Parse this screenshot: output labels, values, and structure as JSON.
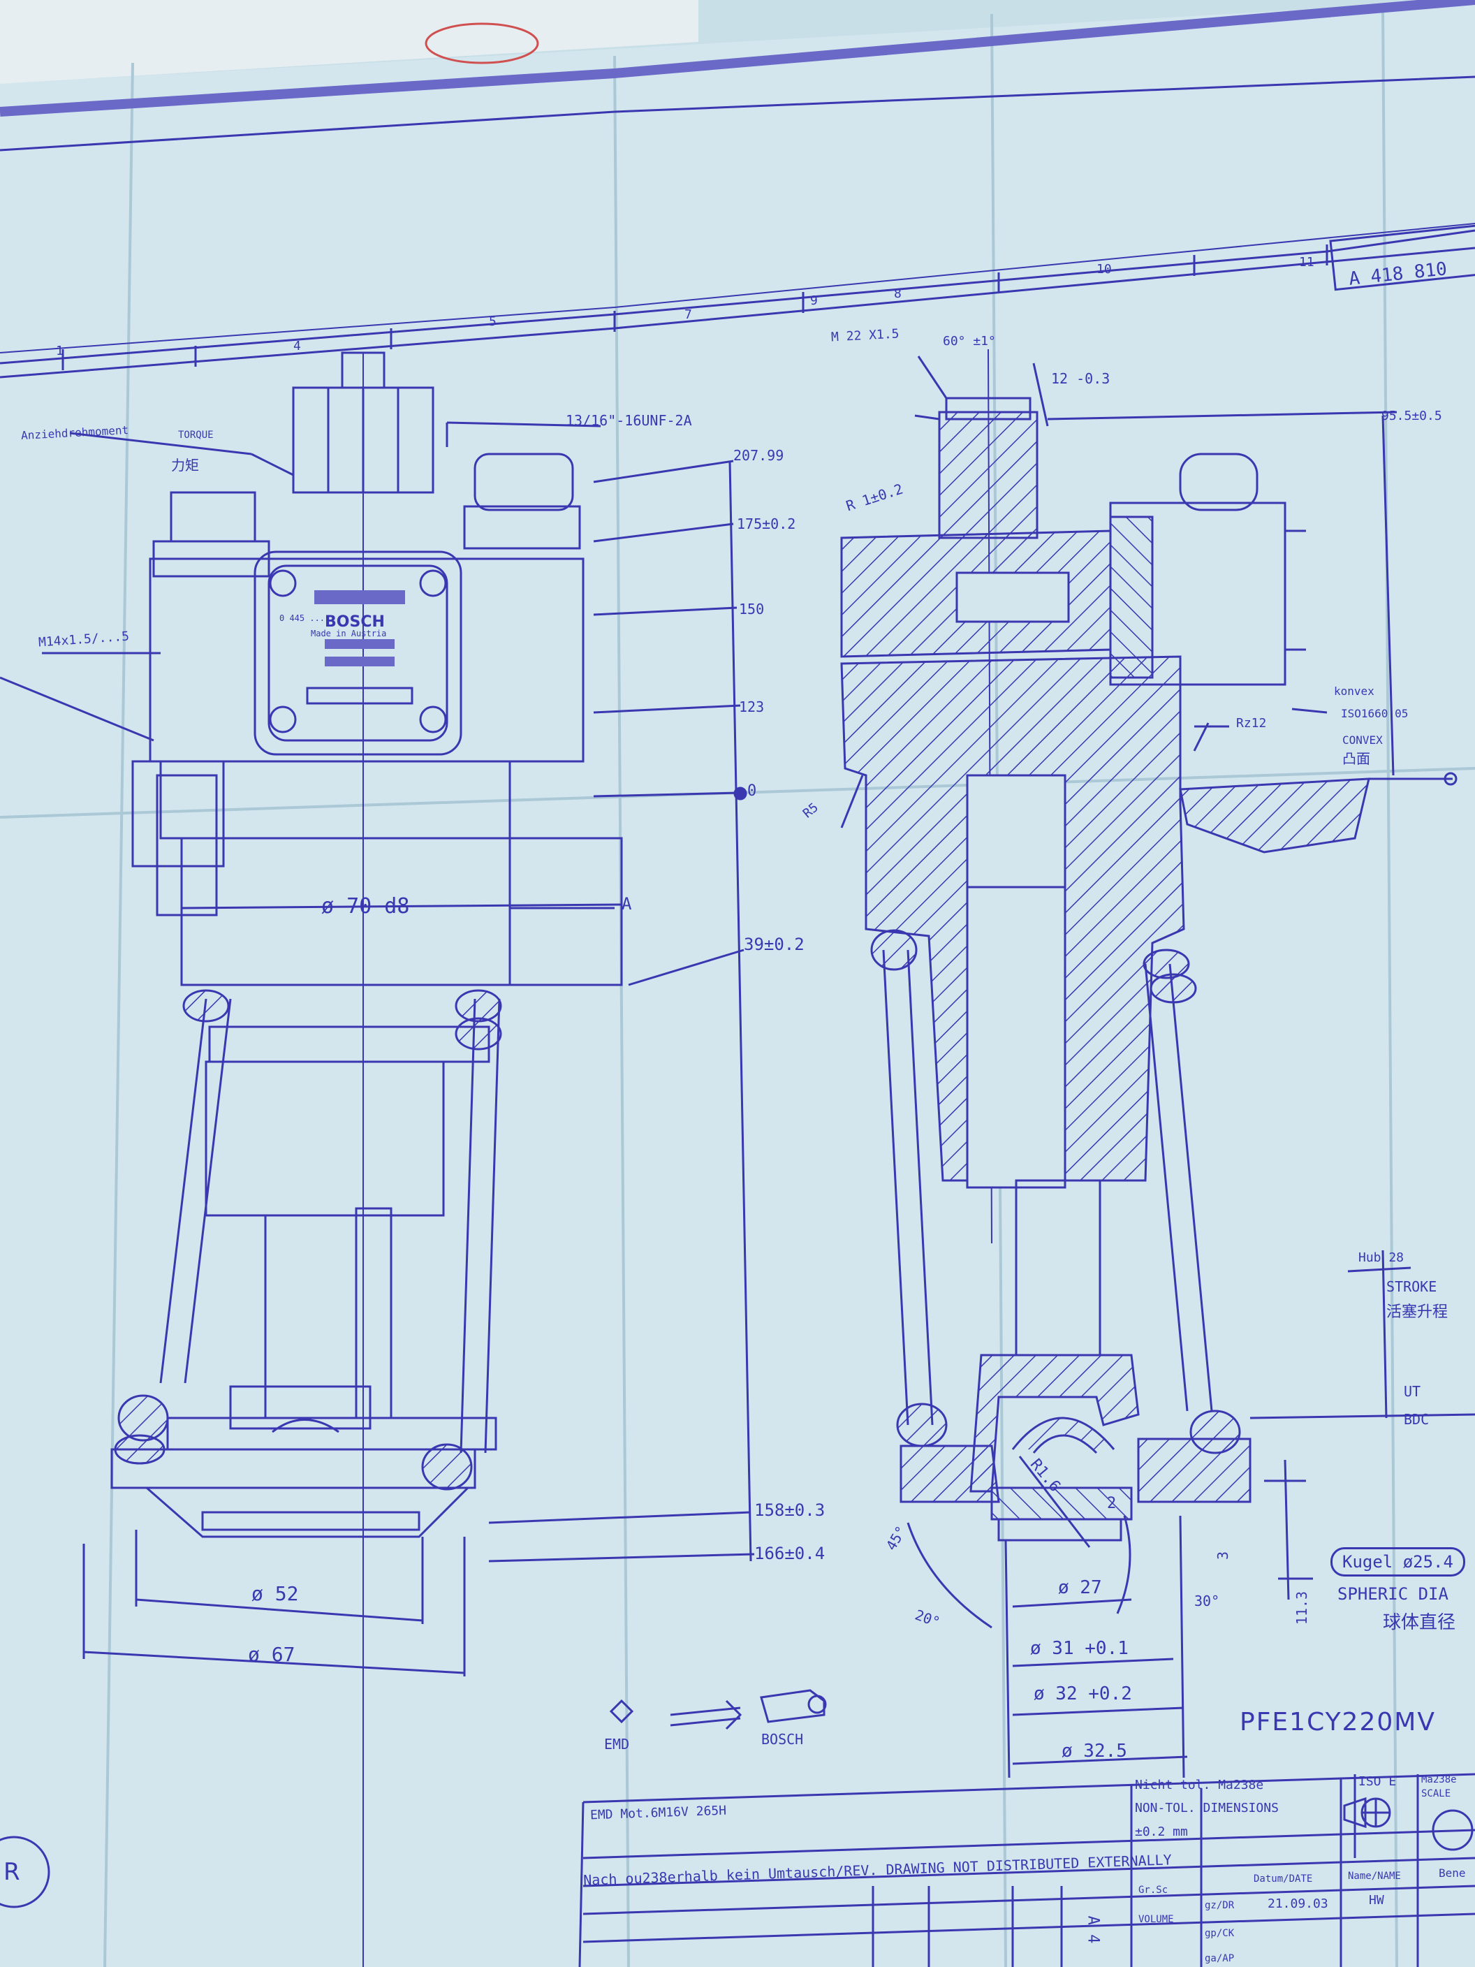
{
  "colors": {
    "paper": "#cfe3ec",
    "ink": "#3a37b0",
    "ink_light": "#6b69c8",
    "fold": "#aac8d6"
  },
  "header": {
    "drawing_number": "A 418 810",
    "grid_numbers": [
      "1",
      "4",
      "5",
      "7",
      "8",
      "9",
      "10",
      "11"
    ]
  },
  "left_view": {
    "callouts": {
      "tightening": "Anziehdrehmoment",
      "torque_en": "TORQUE",
      "torque_cn": "力矩",
      "thread_top": "13/16\"-16UNF-2A",
      "side_thread": "M14x1.5/...5"
    },
    "nameplate": {
      "brand": "BOSCH",
      "logo_line": "0 445 ...",
      "made_in": "Made in Austria"
    },
    "dimensions": {
      "d207": "207.99",
      "d175": "175±0.2",
      "d150": "150",
      "d123": "123",
      "d0": "0",
      "d_body": "ø 70 d8",
      "section_ref": "A",
      "d39": "39±0.2",
      "d158": "158±0.3",
      "d166": "166±0.4",
      "d52": "ø 52",
      "d67": "ø 67"
    },
    "symbols": {
      "emd_label": "EMD",
      "bosch_label": "BOSCH"
    }
  },
  "right_view": {
    "callouts": {
      "thread_top": "M 22 X1.5",
      "angle_tol": "60° ±1°",
      "dim12": "12 -0.3",
      "r_tol": "R 1±0.2",
      "top_dim": "95.5±0.5",
      "rz": "Rz12",
      "convex": "konvex",
      "iso": "ISO1660.05",
      "convex_en": "CONVEX",
      "convex_cn": "凸面",
      "r5": "R5",
      "r16": "R1.6",
      "r2": "2",
      "hub": "Hub 28",
      "stroke_en": "STROKE",
      "stroke_cn": "活塞升程",
      "ut": "UT",
      "bdc": "BDC",
      "a45": "45°",
      "a20": "20°",
      "a30": "30°",
      "d3": "3",
      "d113": "11.3"
    },
    "dimensions": {
      "d27": "ø 27",
      "d31": "ø 31 +0.1",
      "d32": "ø 32 +0.2",
      "d325": "ø 32.5"
    },
    "ball": {
      "label": "Kugel ø25.4",
      "en": "SPHERIC DIA",
      "cn": "球体直径"
    },
    "part_name": "PFE1CY220MV"
  },
  "title_block": {
    "emd_line": "EMD  Mot.6M16V 265H",
    "tol_de": "Nicht tol. Ma238e",
    "tol_en": "NON-TOL. DIMENSIONS",
    "tol_val": "±0.2  mm",
    "iso": "ISO E",
    "scale_de": "Ma238e",
    "scale_en": "SCALE",
    "distribution": "Nach ou238erhalb kein Umtausch/REV. DRAWING NOT DISTRIBUTED EXTERNALLY",
    "gr": "Gr.Sc",
    "volume": "VOLUME",
    "datum_head": "Datum/DATE",
    "name_head": "Name/NAME",
    "bene": "Bene",
    "gz": "gz/DR",
    "gp": "gp/CK",
    "ga": "ga/AP",
    "date": "21.09.03",
    "name": "HW",
    "sheet_a": "A 4"
  },
  "corner": {
    "circle_letter": "R"
  }
}
